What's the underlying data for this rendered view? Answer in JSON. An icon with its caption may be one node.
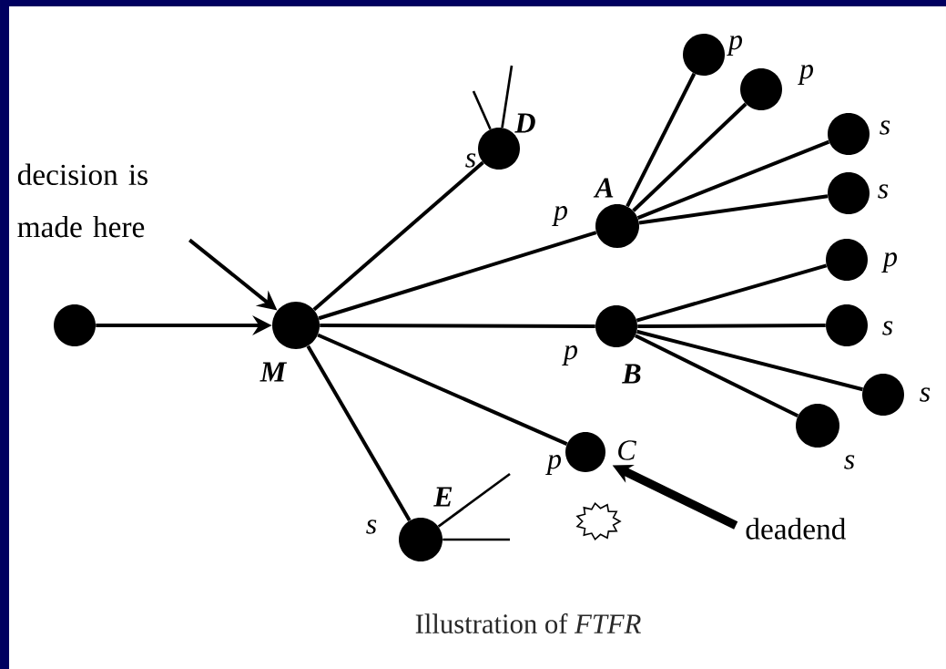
{
  "diagram": {
    "caption": "Illustration of *FTFR*",
    "nodes": [
      {
        "text": [],
        "shape": "circle"
      },
      {
        "text": [],
        "shape": "circle",
        "beside": [
          "M"
        ]
      },
      {
        "text": [],
        "shape": "circle",
        "beside": [
          "s",
          "D"
        ]
      },
      {
        "text": [],
        "shape": "circle",
        "beside": [
          "p",
          "A"
        ]
      },
      {
        "text": [],
        "shape": "circle",
        "beside": [
          "p",
          "B"
        ]
      },
      {
        "text": [],
        "shape": "circle",
        "beside": [
          "p",
          "C"
        ]
      },
      {
        "text": [],
        "shape": "circle",
        "beside": [
          "s",
          "E"
        ]
      },
      {
        "text": [],
        "shape": "circle",
        "beside": [
          "p"
        ]
      },
      {
        "text": [],
        "shape": "circle",
        "beside": [
          "p"
        ]
      },
      {
        "text": [],
        "shape": "circle",
        "beside": [
          "s"
        ]
      },
      {
        "text": [],
        "shape": "circle",
        "beside": [
          "s"
        ]
      },
      {
        "text": [],
        "shape": "circle",
        "beside": [
          "p"
        ]
      },
      {
        "text": [],
        "shape": "circle",
        "beside": [
          "s"
        ]
      },
      {
        "text": [],
        "shape": "circle",
        "beside": [
          "s"
        ]
      },
      {
        "text": [],
        "shape": "circle",
        "beside": [
          "s"
        ]
      },
      {
        "text": [
          "decision is made here"
        ]
      },
      {
        "text": [
          "deadend"
        ]
      }
    ],
    "edges": [
      {
        "from": 0,
        "to": 1,
        "arrow": "to"
      },
      {
        "from": 1,
        "to": 2,
        "arrow": "none"
      },
      {
        "from": 1,
        "to": 3,
        "arrow": "none"
      },
      {
        "from": 1,
        "to": 4,
        "arrow": "none"
      },
      {
        "from": 1,
        "to": 5,
        "arrow": "none"
      },
      {
        "from": 1,
        "to": 6,
        "arrow": "none"
      },
      {
        "from": 3,
        "to": 7,
        "arrow": "none"
      },
      {
        "from": 3,
        "to": 8,
        "arrow": "none"
      },
      {
        "from": 3,
        "to": 9,
        "arrow": "none"
      },
      {
        "from": 3,
        "to": 10,
        "arrow": "none"
      },
      {
        "from": 4,
        "to": 11,
        "arrow": "none"
      },
      {
        "from": 4,
        "to": 12,
        "arrow": "none"
      },
      {
        "from": 4,
        "to": 13,
        "arrow": "none"
      },
      {
        "from": 4,
        "to": 14,
        "arrow": "none"
      },
      {
        "from": 2,
        "to": null,
        "arrow": "none"
      },
      {
        "from": 2,
        "to": null,
        "arrow": "none"
      },
      {
        "from": 6,
        "to": null,
        "arrow": "none"
      },
      {
        "from": 6,
        "to": null,
        "arrow": "none"
      },
      {
        "from": 15,
        "to": 1,
        "arrow": "to"
      },
      {
        "from": 16,
        "to": 5,
        "arrow": "to",
        "style": "thick"
      }
    ]
  }
}
